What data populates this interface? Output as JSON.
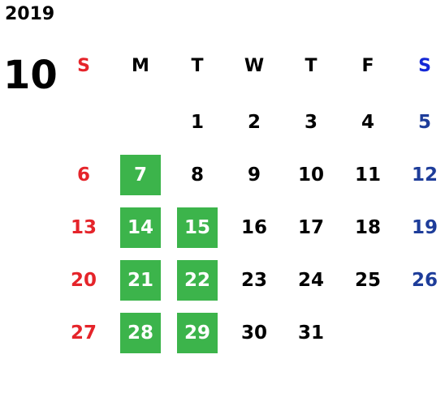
{
  "calendar": {
    "year": "2019",
    "month": "10",
    "weekdays": [
      "S",
      "M",
      "T",
      "W",
      "T",
      "F",
      "S"
    ],
    "colors": {
      "sunday": "#e5242a",
      "saturday_header": "#1428d6",
      "saturday": "#1e3d9a",
      "highlight": "#3cb44b"
    },
    "weeks": [
      [
        "",
        "",
        "1",
        "2",
        "3",
        "4",
        "5"
      ],
      [
        "6",
        "7",
        "8",
        "9",
        "10",
        "11",
        "12"
      ],
      [
        "13",
        "14",
        "15",
        "16",
        "17",
        "18",
        "19"
      ],
      [
        "20",
        "21",
        "22",
        "23",
        "24",
        "25",
        "26"
      ],
      [
        "27",
        "28",
        "29",
        "30",
        "31",
        "",
        ""
      ]
    ],
    "highlighted_days": [
      "7",
      "14",
      "15",
      "21",
      "22",
      "28",
      "29"
    ]
  }
}
